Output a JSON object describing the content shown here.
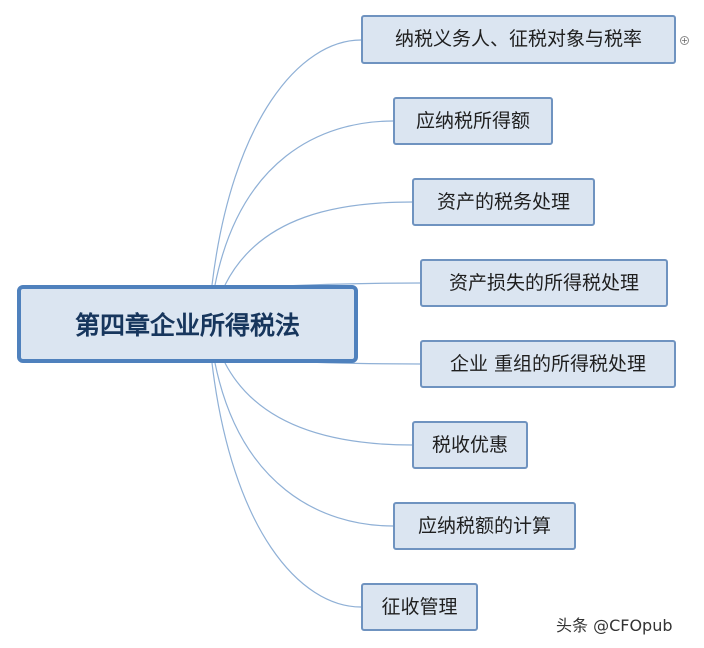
{
  "root": {
    "label": "第四章企业所得税法"
  },
  "branches": [
    {
      "label": "纳税义务人、征税对象与税率",
      "collapsed_marker": "+"
    },
    {
      "label": "应纳税所得额"
    },
    {
      "label": "资产的税务处理"
    },
    {
      "label": "资产损失的所得税处理"
    },
    {
      "label": "企业 重组的所得税处理"
    },
    {
      "label": "税收优惠"
    },
    {
      "label": "应纳税额的计算"
    },
    {
      "label": "征收管理"
    }
  ],
  "watermark": "头条 @CFOpub",
  "colors": {
    "node_fill": "#dbe5f1",
    "node_border": "#6f93c0",
    "root_border": "#4f81bd",
    "root_text": "#17365d",
    "connector": "#8fb0d6"
  }
}
